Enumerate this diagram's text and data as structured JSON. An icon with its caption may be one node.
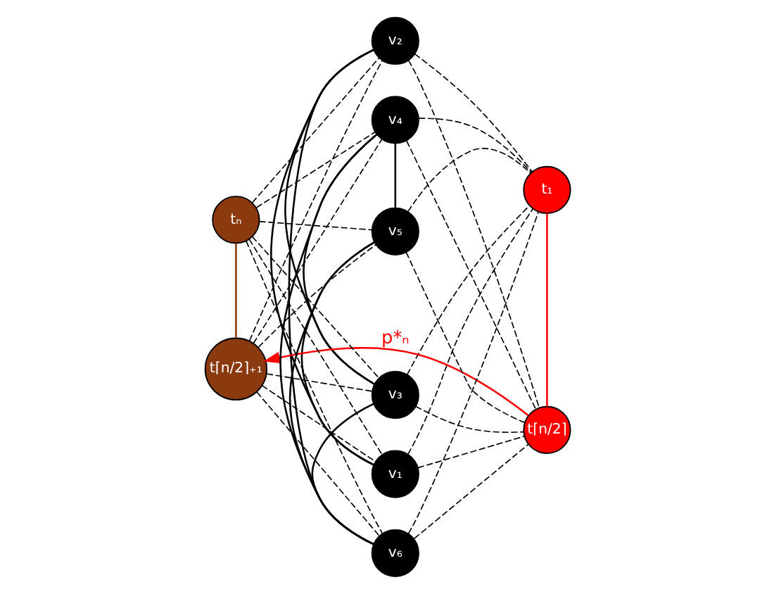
{
  "diagram": {
    "nodes": [
      {
        "text": [
          "v₃"
        ]
      },
      {
        "text": [
          "v₂"
        ]
      },
      {
        "text": [
          "v₁"
        ]
      },
      {
        "text": [
          "t⌈n/2⌉"
        ]
      },
      {
        "text": [
          "t₁"
        ]
      },
      {
        "text": [
          "tₙ"
        ]
      },
      {
        "text": [
          "t⌈n/2⌉₊₁"
        ]
      },
      {
        "text": [
          "v₅"
        ]
      },
      {
        "text": [
          "v₄"
        ]
      },
      {
        "text": [
          "v₆"
        ]
      }
    ],
    "edges": [
      {
        "from": 0,
        "to": 1,
        "arrow": "none"
      },
      {
        "from": 1,
        "to": 2,
        "arrow": "none"
      },
      {
        "from": 2,
        "to": 7,
        "arrow": "none"
      },
      {
        "from": 7,
        "to": 8,
        "arrow": "none"
      },
      {
        "from": 8,
        "to": 9,
        "arrow": "none"
      },
      {
        "from": 0,
        "to": 8,
        "arrow": "none"
      },
      {
        "from": 0,
        "to": 9,
        "arrow": "none"
      },
      {
        "from": 1,
        "to": 9,
        "arrow": "none"
      },
      {
        "from": 7,
        "to": 9,
        "arrow": "none"
      },
      {
        "from": 4,
        "to": 3,
        "arrow": "none",
        "color": "#ff0000"
      },
      {
        "from": 3,
        "to": 6,
        "arrow": "to",
        "label": "p*ₙ",
        "color": "#ff0000"
      },
      {
        "from": 6,
        "to": 5,
        "arrow": "none",
        "color": "#8b3a0f"
      },
      {
        "from": 5,
        "to": 0,
        "arrow": "none",
        "style": "dashed"
      },
      {
        "from": 5,
        "to": 1,
        "arrow": "none",
        "style": "dashed"
      },
      {
        "from": 5,
        "to": 2,
        "arrow": "none",
        "style": "dashed"
      },
      {
        "from": 5,
        "to": 7,
        "arrow": "none",
        "style": "dashed"
      },
      {
        "from": 5,
        "to": 8,
        "arrow": "none",
        "style": "dashed"
      },
      {
        "from": 5,
        "to": 9,
        "arrow": "none",
        "style": "dashed"
      },
      {
        "from": 6,
        "to": 0,
        "arrow": "none",
        "style": "dashed"
      },
      {
        "from": 6,
        "to": 1,
        "arrow": "none",
        "style": "dashed"
      },
      {
        "from": 6,
        "to": 2,
        "arrow": "none",
        "style": "dashed"
      },
      {
        "from": 6,
        "to": 7,
        "arrow": "none",
        "style": "dashed"
      },
      {
        "from": 6,
        "to": 8,
        "arrow": "none",
        "style": "dashed"
      },
      {
        "from": 6,
        "to": 9,
        "arrow": "none",
        "style": "dashed"
      },
      {
        "from": 0,
        "to": 3,
        "arrow": "none",
        "style": "dashed"
      },
      {
        "from": 1,
        "to": 3,
        "arrow": "none",
        "style": "dashed"
      },
      {
        "from": 2,
        "to": 3,
        "arrow": "none",
        "style": "dashed"
      },
      {
        "from": 7,
        "to": 3,
        "arrow": "none",
        "style": "dashed"
      },
      {
        "from": 8,
        "to": 3,
        "arrow": "none",
        "style": "dashed"
      },
      {
        "from": 9,
        "to": 3,
        "arrow": "none",
        "style": "dashed"
      },
      {
        "from": 0,
        "to": 4,
        "arrow": "none",
        "style": "dashed"
      },
      {
        "from": 1,
        "to": 4,
        "arrow": "none",
        "style": "dashed"
      },
      {
        "from": 2,
        "to": 4,
        "arrow": "none",
        "style": "dashed"
      },
      {
        "from": 7,
        "to": 4,
        "arrow": "none",
        "style": "dashed"
      },
      {
        "from": 8,
        "to": 4,
        "arrow": "none",
        "style": "dashed"
      },
      {
        "from": 9,
        "to": 4,
        "arrow": "none",
        "style": "dashed"
      }
    ]
  }
}
